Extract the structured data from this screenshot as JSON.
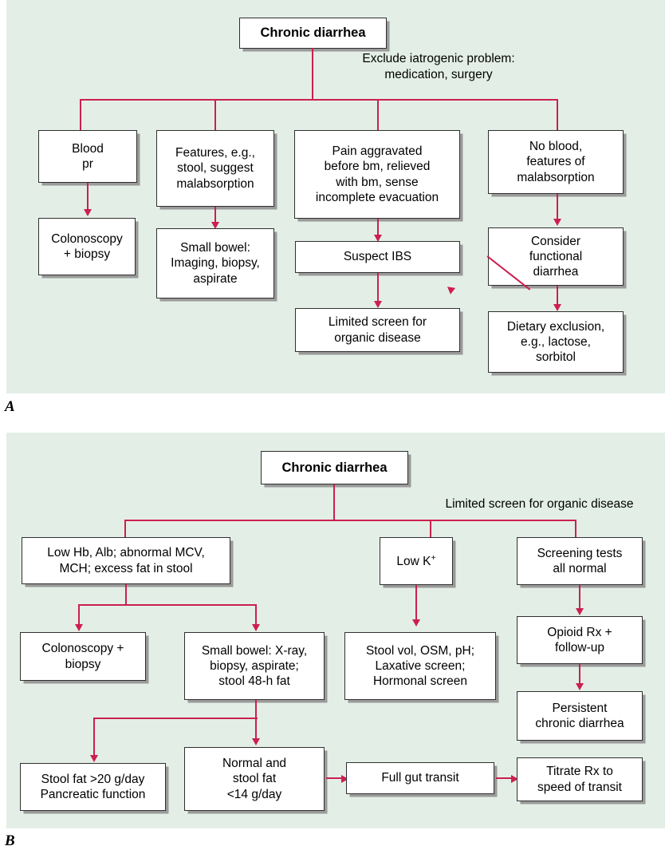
{
  "figure": {
    "panel_a_label": "A",
    "panel_b_label": "B",
    "background_color": "#e3efe6",
    "connector_color": "#cc1f4f",
    "box_border_color": "#2f2f2f"
  },
  "panel_a": {
    "root": "Chronic diarrhea",
    "root_annotation": "Exclude iatrogenic problem:\nmedication, surgery",
    "branches": [
      {
        "id": "blood-pr",
        "text": "Blood\npr"
      },
      {
        "id": "features-malabsorption",
        "text": "Features, e.g.,\nstool, suggest\nmalabsorption"
      },
      {
        "id": "pain-aggravated",
        "text": "Pain aggravated\nbefore bm, relieved\nwith bm, sense\nincomplete evacuation"
      },
      {
        "id": "no-blood",
        "text": "No blood,\nfeatures of\nmalabsorption"
      }
    ],
    "outcomes": [
      {
        "id": "colonoscopy-biopsy",
        "text": "Colonoscopy\n+ biopsy"
      },
      {
        "id": "small-bowel",
        "text": "Small bowel:\nImaging, biopsy,\naspirate"
      },
      {
        "id": "suspect-ibs",
        "text": "Suspect IBS"
      },
      {
        "id": "consider-functional",
        "text": "Consider\nfunctional\ndiarrhea"
      },
      {
        "id": "limited-screen",
        "text": "Limited screen for\norganic disease"
      },
      {
        "id": "dietary-exclusion",
        "text": "Dietary exclusion,\ne.g., lactose,\nsorbitol"
      }
    ]
  },
  "panel_b": {
    "root": "Chronic diarrhea",
    "root_annotation": "Limited screen for organic disease",
    "branches": [
      {
        "id": "low-hb-alb",
        "text": "Low Hb, Alb; abnormal MCV,\nMCH; excess fat in stool"
      },
      {
        "id": "low-k",
        "text": "Low K",
        "superscript": "+"
      },
      {
        "id": "screening-normal",
        "text": "Screening tests\nall normal"
      }
    ],
    "outcomes": [
      {
        "id": "colonoscopy-biopsy-b",
        "text": "Colonoscopy +\nbiopsy"
      },
      {
        "id": "small-bowel-xray",
        "text": "Small bowel: X-ray,\nbiopsy, aspirate;\nstool 48-h fat"
      },
      {
        "id": "stool-vol-osm",
        "text": "Stool vol, OSM, pH;\nLaxative screen;\nHormonal screen"
      },
      {
        "id": "opioid-rx",
        "text": "Opioid Rx +\nfollow-up"
      },
      {
        "id": "persistent-chronic",
        "text": "Persistent\nchronic diarrhea"
      },
      {
        "id": "stool-fat-20",
        "text": "Stool fat >20 g/day\nPancreatic function"
      },
      {
        "id": "normal-stool-fat",
        "text": "Normal and\nstool fat\n<14 g/day"
      },
      {
        "id": "full-gut-transit",
        "text": "Full gut transit"
      },
      {
        "id": "titrate-rx",
        "text": "Titrate Rx to\nspeed of transit"
      }
    ]
  }
}
